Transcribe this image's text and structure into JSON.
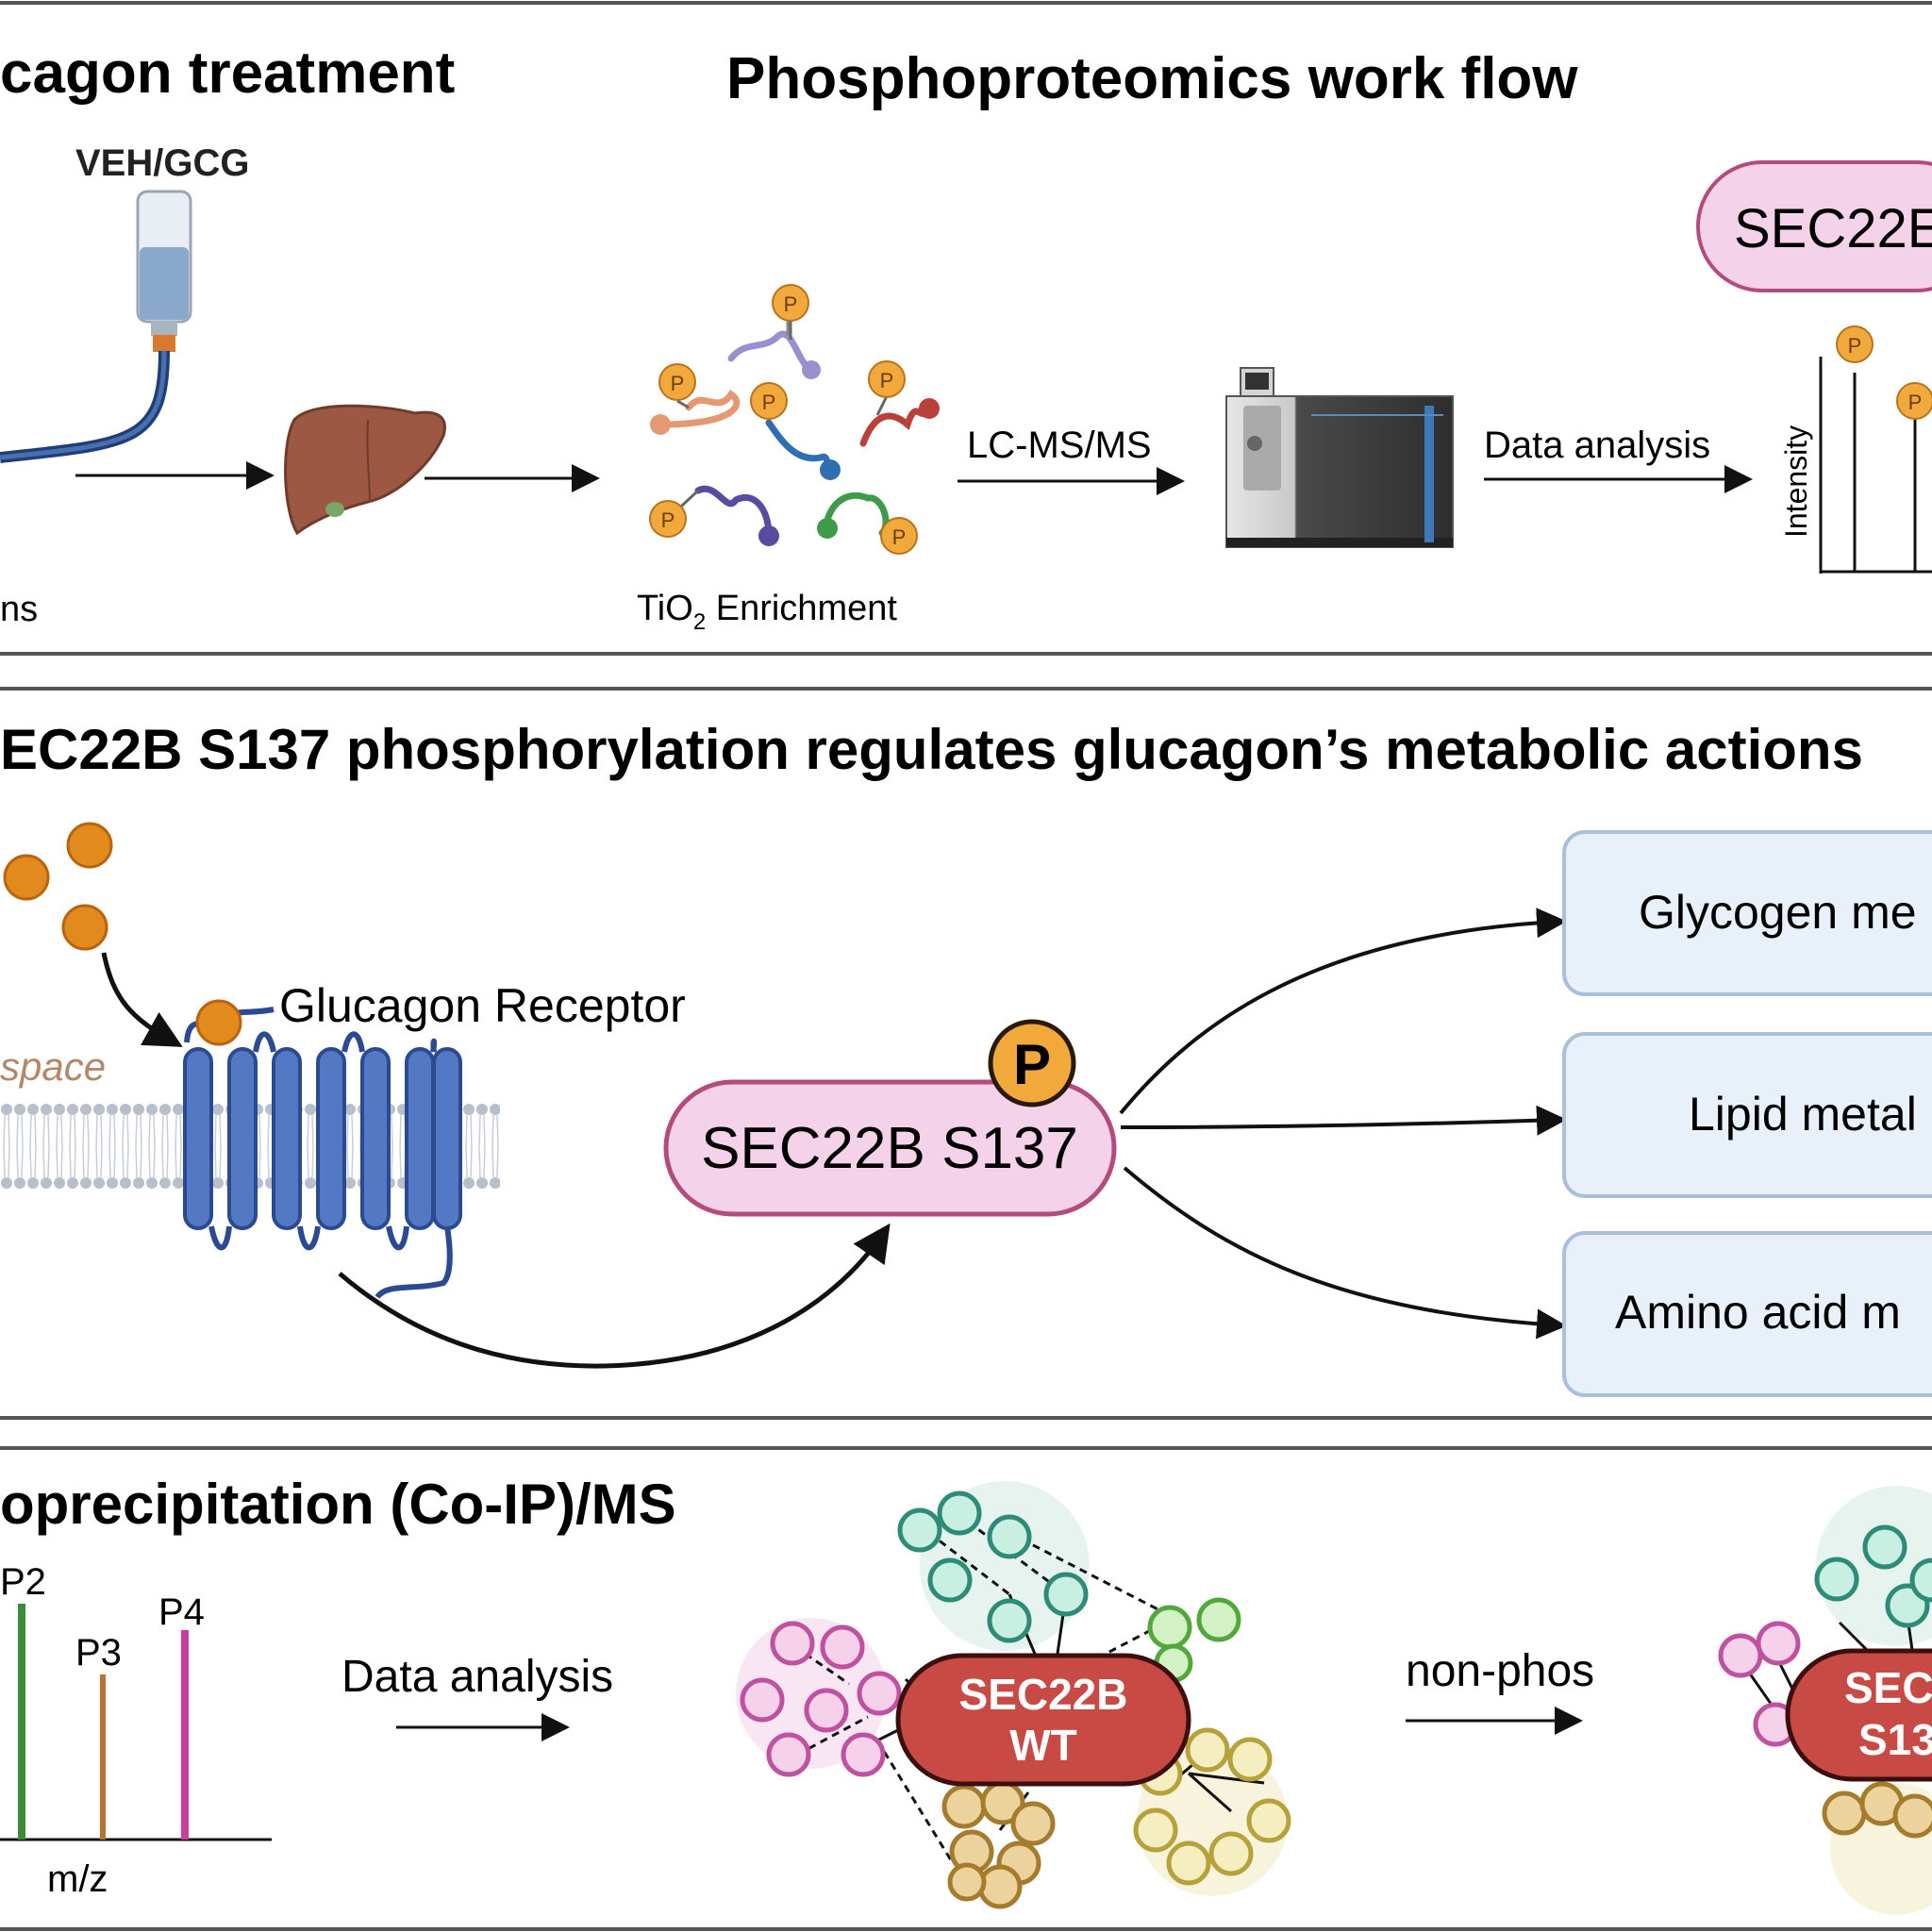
{
  "panel1": {
    "title_left": "cagon treatment",
    "title_main": "Phosphoproteomics work flow",
    "pump_label": "VEH/GCG",
    "left_cut_label": "ns",
    "enrichment": {
      "prefix": "TiO",
      "subscript": "2",
      "suffix": " Enrichment"
    },
    "arrow_lcms": "LC-MS/MS",
    "arrow_data": "Data analysis",
    "protein_badge": "SEC22E",
    "y_axis": "Intensity",
    "phospho_marker": "P"
  },
  "panel2": {
    "title": "EC22B S137 phosphorylation regulates glucagon’s metabolic actions",
    "space_label": "space",
    "receptor_label": "Glucagon Receptor",
    "center_protein": "SEC22B S137",
    "phospho_marker": "P",
    "outcomes": [
      "Glycogen me",
      "Lipid metal",
      "Amino acid m"
    ],
    "colors": {
      "box_fill": "#e8f0fa",
      "box_border": "#a9bfdc",
      "pill_fill": "#f3d2ea",
      "pill_border": "#b34c7c",
      "phospho": "#f2a93b"
    }
  },
  "panel3": {
    "title": "oprecipitation (Co-IP)/MS",
    "peaks": [
      "P2",
      "P3",
      "P4"
    ],
    "x_axis": "m/z",
    "arrow_data": "Data analysis",
    "wt_line1": "SEC22B",
    "wt_line2": "WT",
    "arrow_nonphos": "non-phos",
    "mut_line1": "SEC",
    "mut_line2": "S13",
    "colors": {
      "peak_p2": "#3c8a3c",
      "peak_p3": "#b87333",
      "peak_p4": "#cc3c9a",
      "complex": "#c84a45"
    }
  }
}
